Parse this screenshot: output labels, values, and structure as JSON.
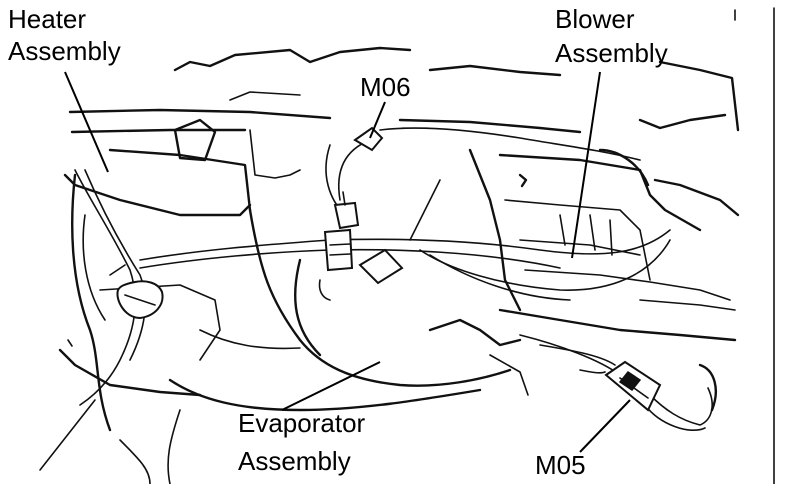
{
  "labels": {
    "heater_line1": "Heater",
    "heater_line2": "Assembly",
    "blower_line1": "Blower",
    "blower_line2": "Assembly",
    "evap_line1": "Evaporator",
    "evap_line2": "Assembly",
    "m06": "M06",
    "m05": "M05"
  },
  "colors": {
    "ink": "#111111",
    "background": "#ffffff"
  }
}
